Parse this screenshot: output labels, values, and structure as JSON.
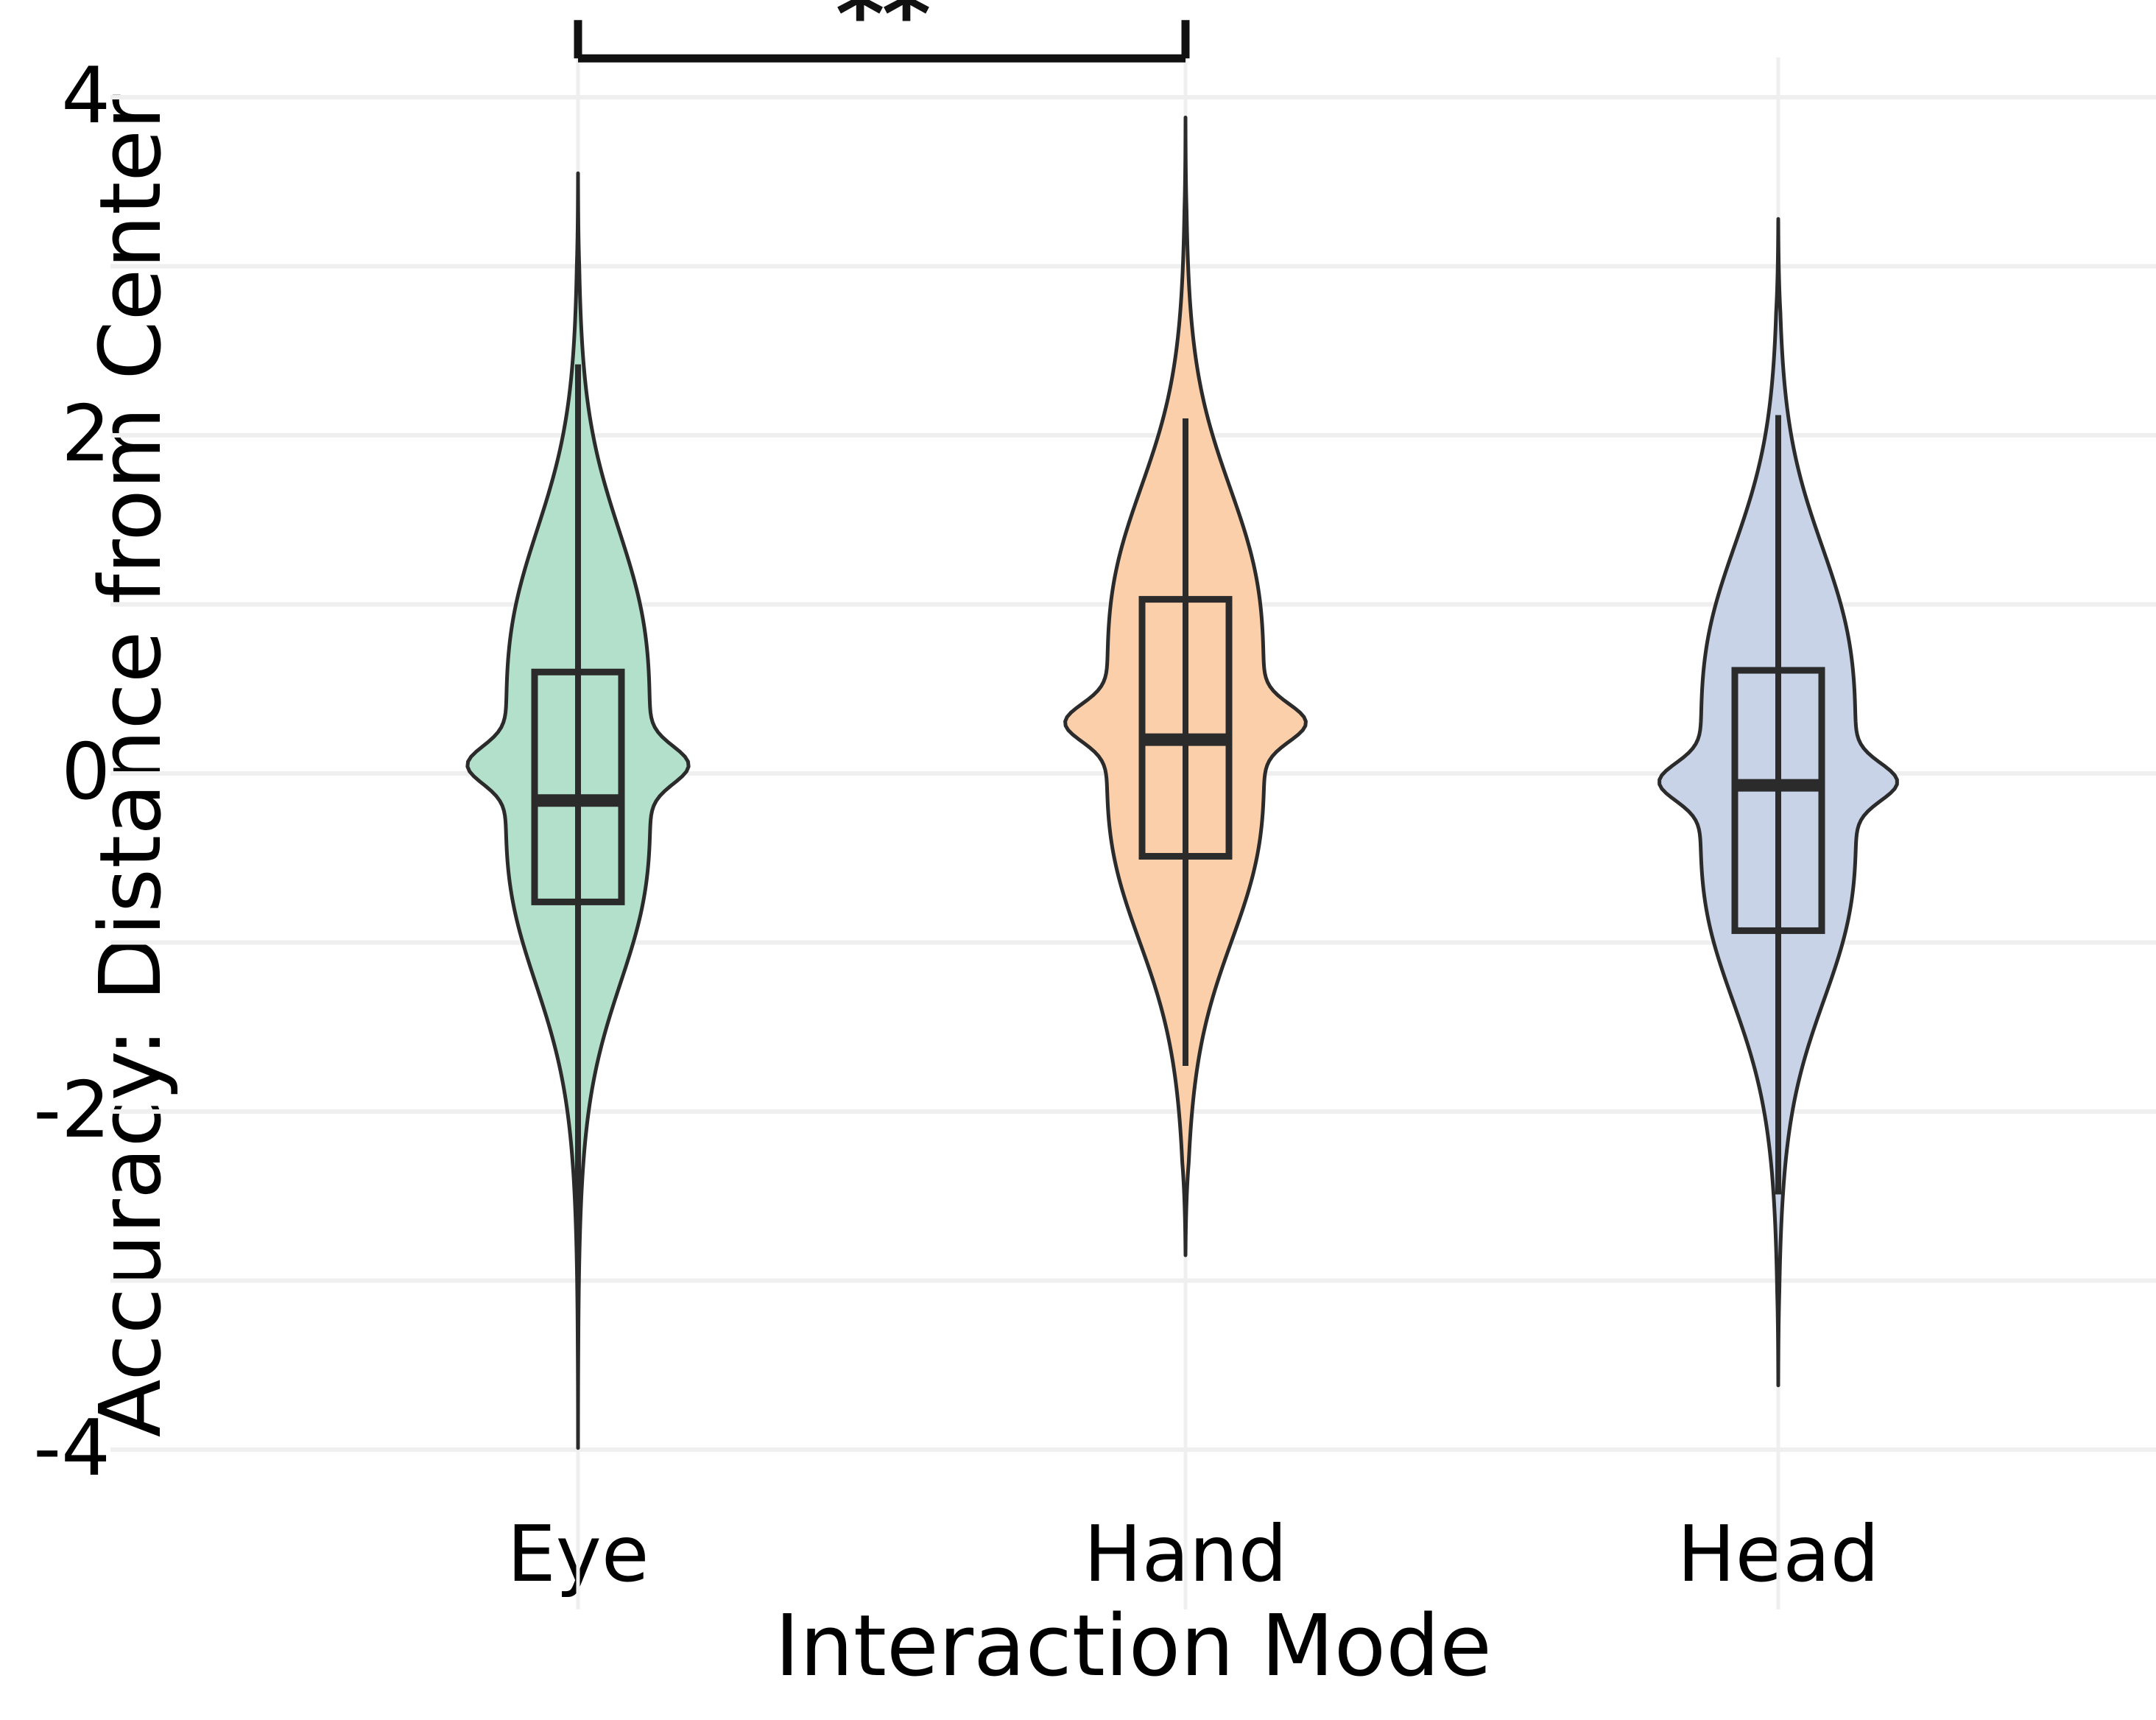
{
  "chart_data": {
    "type": "violin",
    "title": "",
    "xlabel": "Interaction Mode",
    "ylabel": "Accuracy: Distance from Center",
    "categories": [
      "Eye",
      "Hand",
      "Head"
    ],
    "ylim": [
      -4.35,
      4.23
    ],
    "yticks": [
      4,
      2,
      0,
      -2,
      -4
    ],
    "ytick_labels": [
      "4",
      "2",
      "0",
      "-2",
      "-4"
    ],
    "xticks": [
      "Eye",
      "Hand",
      "Head"
    ],
    "grid": "horizontal-only, light gray",
    "legend": "none",
    "colors": {
      "eye": "#b2e0ca",
      "hand": "#fccfab",
      "head": "#c8d3e8",
      "outline": "#2b2b2b",
      "gridline": "#efefef",
      "text": "#000000"
    },
    "series": [
      {
        "name": "Eye",
        "color": "#b2e0ca",
        "violin_min": -3.99,
        "violin_max": 3.55,
        "whisker_low": -2.82,
        "whisker_high": 2.42,
        "q1": -0.76,
        "median": -0.16,
        "q3": 0.6,
        "density_peak": 0.05,
        "max_half_width": 1.47
      },
      {
        "name": "Hand",
        "color": "#fccfab",
        "violin_min": -2.85,
        "violin_max": 3.88,
        "whisker_low": -1.73,
        "whisker_high": 2.1,
        "q1": -0.49,
        "median": 0.2,
        "q3": 1.03,
        "density_peak": 0.3,
        "max_half_width": 1.6
      },
      {
        "name": "Head",
        "color": "#c8d3e8",
        "violin_min": -3.62,
        "violin_max": 3.28,
        "whisker_low": -2.49,
        "whisker_high": 2.12,
        "q1": -0.93,
        "median": -0.07,
        "q3": 0.61,
        "density_peak": -0.05,
        "max_half_width": 1.58
      }
    ],
    "annotations": [
      {
        "type": "significance-bracket",
        "label": "**",
        "from": "Eye",
        "to": "Hand",
        "y": 4.23
      }
    ]
  },
  "axes": {
    "ylabel": "Accuracy: Distance from Center",
    "xlabel": "Interaction Mode",
    "ytick_labels": [
      "4",
      "2",
      "0",
      "-2",
      "-4"
    ],
    "xtick_labels": [
      "Eye",
      "Hand",
      "Head"
    ]
  },
  "significance": {
    "label": "**"
  }
}
